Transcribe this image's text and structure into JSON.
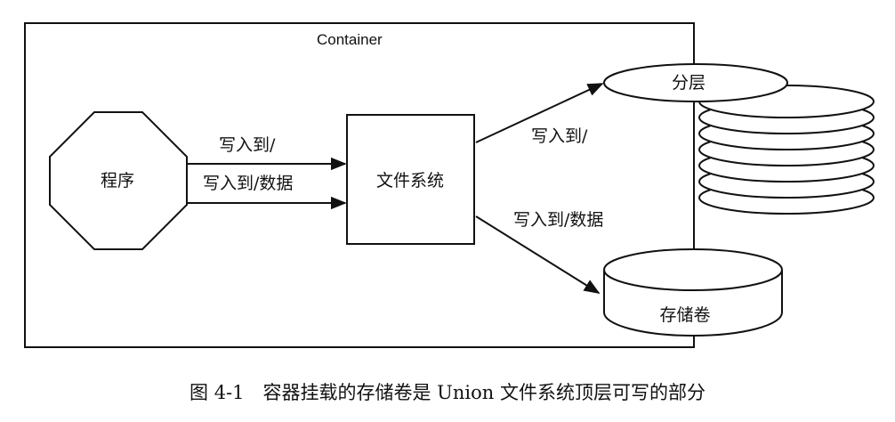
{
  "diagram": {
    "container_label": "Container",
    "program_label": "程序",
    "filesystem_label": "文件系统",
    "layer_label": "分层",
    "volume_label": "存储卷",
    "arrow_prog_fs_1": "写入到/",
    "arrow_prog_fs_2": "写入到/数据",
    "arrow_fs_layer": "写入到/",
    "arrow_fs_volume": "写入到/数据"
  },
  "caption": "图 4-1　容器挂载的存储卷是 Union 文件系统顶层可写的部分"
}
